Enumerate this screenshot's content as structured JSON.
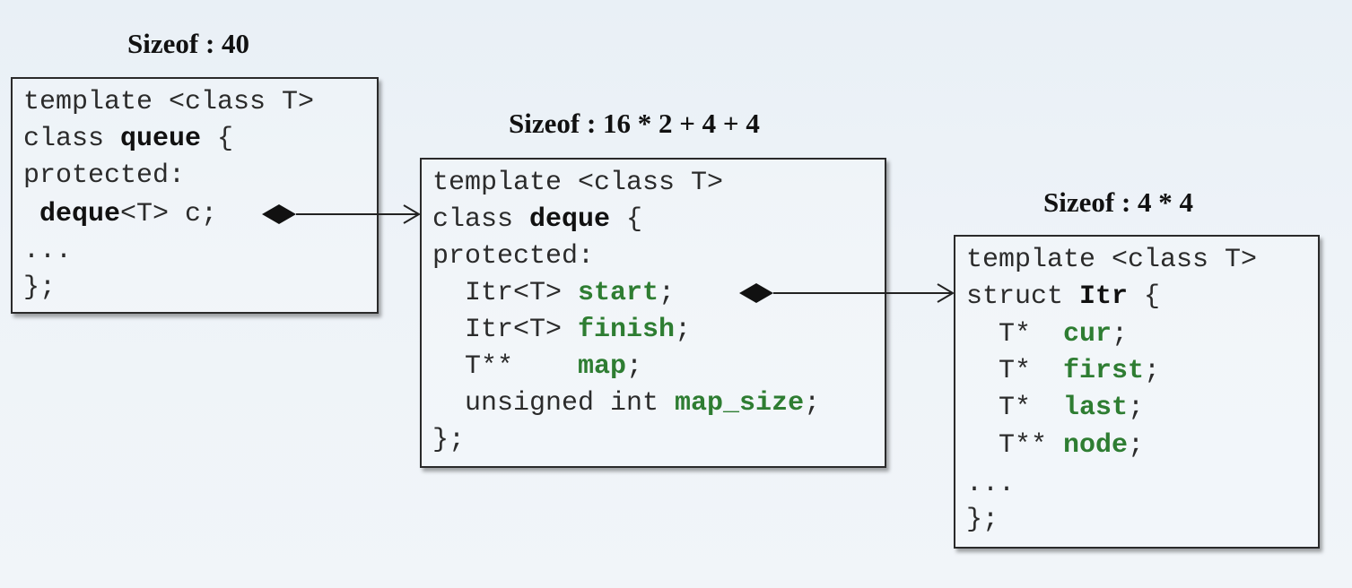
{
  "queue": {
    "sizeof": "Sizeof : 40",
    "lines": {
      "l1": "template <class T>",
      "l2a": "class ",
      "l2b": "queue",
      "l2c": " {",
      "l3": "protected:",
      "l4a": " ",
      "l4b": "deque",
      "l4c": "<T> c;",
      "l5": "...",
      "l6": "};"
    }
  },
  "deque": {
    "sizeof": "Sizeof : 16 * 2 + 4 + 4",
    "lines": {
      "l1": "template <class T>",
      "l2a": "class ",
      "l2b": "deque",
      "l2c": " {",
      "l3": "protected:",
      "l4a": "  Itr<T> ",
      "l4b": "start",
      "l4c": ";",
      "l5a": "  Itr<T> ",
      "l5b": "finish",
      "l5c": ";",
      "l6a": "  T**    ",
      "l6b": "map",
      "l6c": ";",
      "l7a": "  unsigned int ",
      "l7b": "map_size",
      "l7c": ";",
      "l8": "};"
    }
  },
  "itr": {
    "sizeof": "Sizeof : 4 * 4",
    "lines": {
      "l1": "template <class T>",
      "l2a": "struct ",
      "l2b": "Itr",
      "l2c": " {",
      "l3a": "  T*  ",
      "l3b": "cur",
      "l3c": ";",
      "l4a": "  T*  ",
      "l4b": "first",
      "l4c": ";",
      "l5a": "  T*  ",
      "l5b": "last",
      "l5c": ";",
      "l6a": "  T** ",
      "l6b": "node",
      "l6c": ";",
      "l7": "...",
      "l8": "};"
    }
  },
  "colors": {
    "member_green": "#2e7d32",
    "border": "#2a2a2a"
  }
}
